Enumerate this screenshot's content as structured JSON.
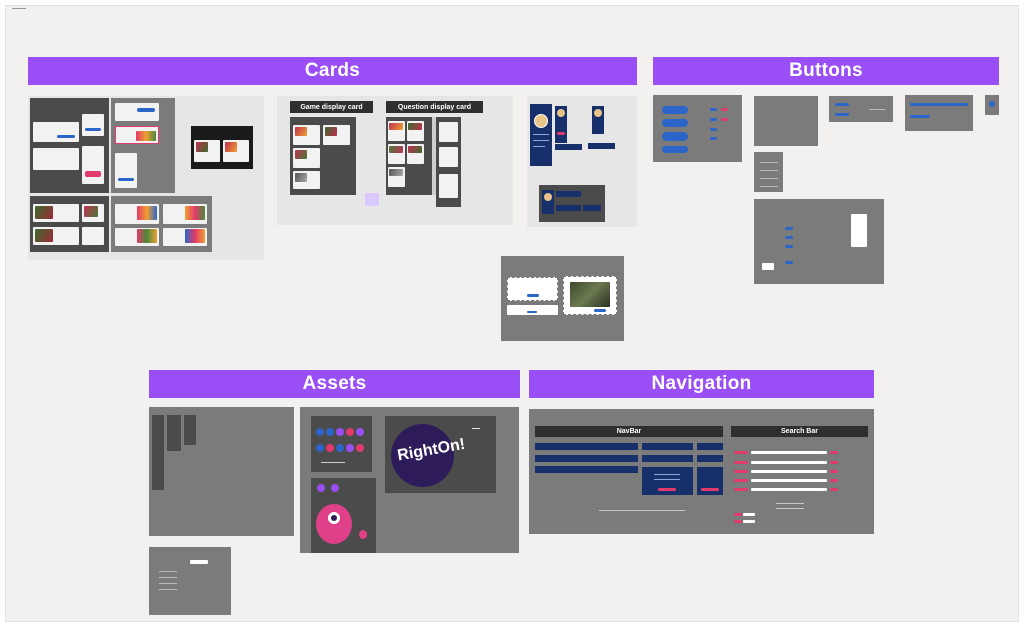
{
  "sections": {
    "cards": "Cards",
    "buttons": "Buttons",
    "assets": "Assets",
    "navigation": "Navigation"
  },
  "cards": {
    "game_display_card": "Game display card",
    "question_display_card": "Question display card"
  },
  "navigation": {
    "navbar": "NavBar",
    "search_bar": "Search Bar"
  },
  "logo": {
    "text": "RightOn!"
  },
  "colors": {
    "accent": "#9a4ff6",
    "canvas": "#f2f1ef",
    "navy": "#17306c",
    "blue": "#2b65c9",
    "pink": "#e23a6a"
  },
  "icons": [
    "monster-icon",
    "logo-icon"
  ]
}
